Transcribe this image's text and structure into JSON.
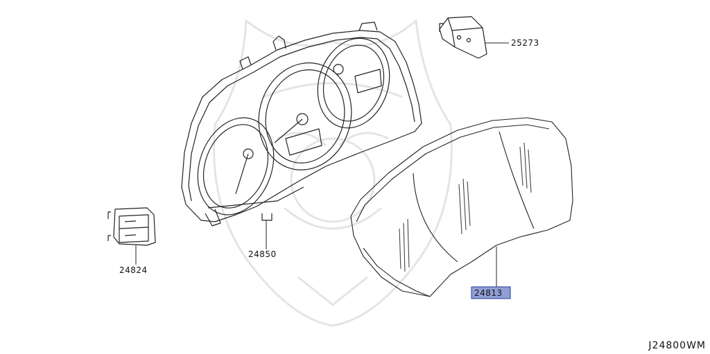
{
  "parts": [
    {
      "id": "25273",
      "label": "25273",
      "highlighted": false
    },
    {
      "id": "24850",
      "label": "24850",
      "highlighted": false
    },
    {
      "id": "24824",
      "label": "24824",
      "highlighted": false
    },
    {
      "id": "24813",
      "label": "24813",
      "highlighted": true
    }
  ],
  "reference_code": "J24800WM",
  "colors": {
    "line": "#222222",
    "watermark": "#e6e6e6",
    "highlight_fill": "#8f9fd6",
    "highlight_border": "#2a3a9a"
  }
}
